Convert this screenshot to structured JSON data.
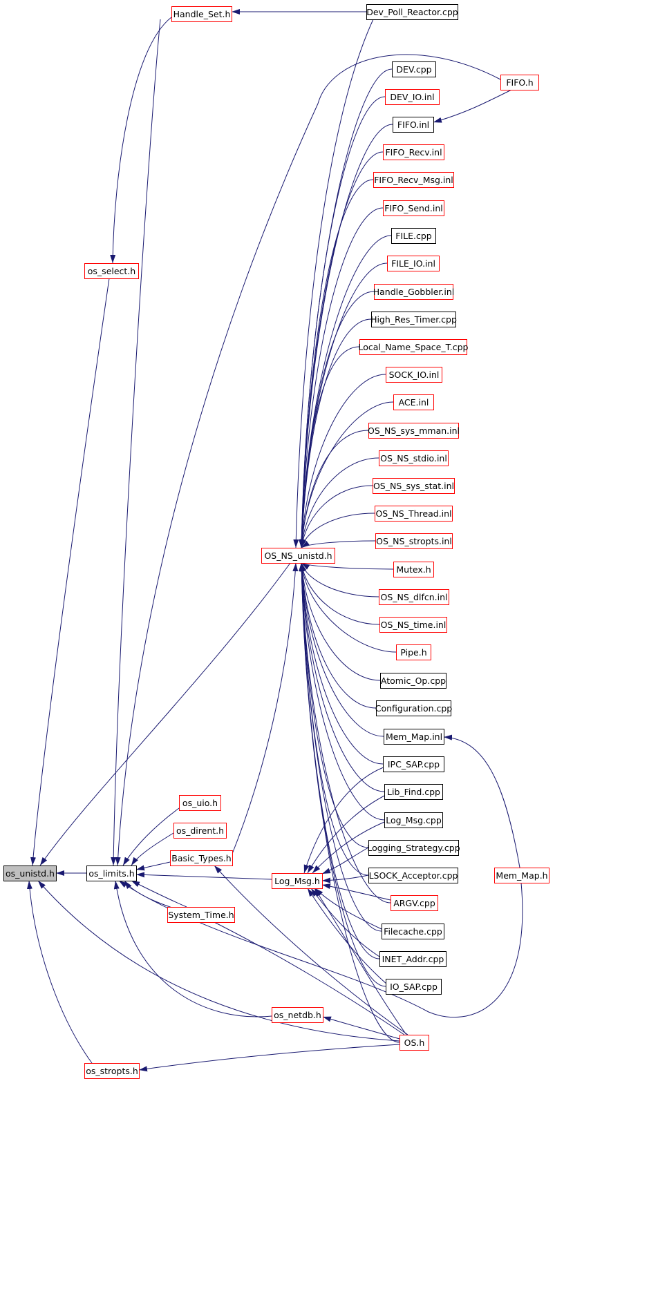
{
  "graph": {
    "colors": {
      "edge": "#191970",
      "box_red": "#ff0000",
      "box_black": "#000000",
      "root_fill": "#bfbfbf",
      "text": "#000000"
    },
    "nodes": [
      {
        "id": "os_unistd_h",
        "label": "os_unistd.h",
        "style": "root"
      },
      {
        "id": "os_limits_h",
        "label": "os_limits.h",
        "style": "black"
      },
      {
        "id": "handle_set_h",
        "label": "Handle_Set.h",
        "style": "red"
      },
      {
        "id": "dev_poll_reactor_cpp",
        "label": "Dev_Poll_Reactor.cpp",
        "style": "black"
      },
      {
        "id": "fifo_h",
        "label": "FIFO.h",
        "style": "red"
      },
      {
        "id": "dev_cpp",
        "label": "DEV.cpp",
        "style": "black"
      },
      {
        "id": "dev_io_inl",
        "label": "DEV_IO.inl",
        "style": "red"
      },
      {
        "id": "fifo_inl",
        "label": "FIFO.inl",
        "style": "black"
      },
      {
        "id": "fifo_recv_inl",
        "label": "FIFO_Recv.inl",
        "style": "red"
      },
      {
        "id": "fifo_recv_msg_inl",
        "label": "FIFO_Recv_Msg.inl",
        "style": "red"
      },
      {
        "id": "fifo_send_inl",
        "label": "FIFO_Send.inl",
        "style": "red"
      },
      {
        "id": "file_cpp",
        "label": "FILE.cpp",
        "style": "black"
      },
      {
        "id": "file_io_inl",
        "label": "FILE_IO.inl",
        "style": "red"
      },
      {
        "id": "handle_gobbler_inl",
        "label": "Handle_Gobbler.inl",
        "style": "red"
      },
      {
        "id": "high_res_timer_cpp",
        "label": "High_Res_Timer.cpp",
        "style": "black"
      },
      {
        "id": "local_name_space_t_cpp",
        "label": "Local_Name_Space_T.cpp",
        "style": "red"
      },
      {
        "id": "sock_io_inl",
        "label": "SOCK_IO.inl",
        "style": "red"
      },
      {
        "id": "ace_inl",
        "label": "ACE.inl",
        "style": "red"
      },
      {
        "id": "os_ns_sys_mman_inl",
        "label": "OS_NS_sys_mman.inl",
        "style": "red"
      },
      {
        "id": "os_ns_stdio_inl",
        "label": "OS_NS_stdio.inl",
        "style": "red"
      },
      {
        "id": "os_ns_sys_stat_inl",
        "label": "OS_NS_sys_stat.inl",
        "style": "red"
      },
      {
        "id": "os_ns_thread_inl",
        "label": "OS_NS_Thread.inl",
        "style": "red"
      },
      {
        "id": "os_ns_stropts_inl",
        "label": "OS_NS_stropts.inl",
        "style": "red"
      },
      {
        "id": "os_ns_unistd_h",
        "label": "OS_NS_unistd.h",
        "style": "red"
      },
      {
        "id": "mutex_h",
        "label": "Mutex.h",
        "style": "red"
      },
      {
        "id": "os_ns_dlfcn_inl",
        "label": "OS_NS_dlfcn.inl",
        "style": "red"
      },
      {
        "id": "os_ns_time_inl",
        "label": "OS_NS_time.inl",
        "style": "red"
      },
      {
        "id": "pipe_h",
        "label": "Pipe.h",
        "style": "red"
      },
      {
        "id": "atomic_op_cpp",
        "label": "Atomic_Op.cpp",
        "style": "black"
      },
      {
        "id": "configuration_cpp",
        "label": "Configuration.cpp",
        "style": "black"
      },
      {
        "id": "mem_map_inl",
        "label": "Mem_Map.inl",
        "style": "black"
      },
      {
        "id": "ipc_sap_cpp",
        "label": "IPC_SAP.cpp",
        "style": "black"
      },
      {
        "id": "lib_find_cpp",
        "label": "Lib_Find.cpp",
        "style": "black"
      },
      {
        "id": "log_msg_cpp",
        "label": "Log_Msg.cpp",
        "style": "black"
      },
      {
        "id": "logging_strategy_cpp",
        "label": "Logging_Strategy.cpp",
        "style": "black"
      },
      {
        "id": "lsock_acceptor_cpp",
        "label": "LSOCK_Acceptor.cpp",
        "style": "black"
      },
      {
        "id": "argv_cpp",
        "label": "ARGV.cpp",
        "style": "red"
      },
      {
        "id": "filecache_cpp",
        "label": "Filecache.cpp",
        "style": "black"
      },
      {
        "id": "inet_addr_cpp",
        "label": "INET_Addr.cpp",
        "style": "black"
      },
      {
        "id": "io_sap_cpp",
        "label": "IO_SAP.cpp",
        "style": "black"
      },
      {
        "id": "os_h",
        "label": "OS.h",
        "style": "red"
      },
      {
        "id": "mem_map_h",
        "label": "Mem_Map.h",
        "style": "red"
      },
      {
        "id": "os_select_h",
        "label": "os_select.h",
        "style": "red"
      },
      {
        "id": "os_uio_h",
        "label": "os_uio.h",
        "style": "red"
      },
      {
        "id": "os_dirent_h",
        "label": "os_dirent.h",
        "style": "red"
      },
      {
        "id": "basic_types_h",
        "label": "Basic_Types.h",
        "style": "red"
      },
      {
        "id": "log_msg_h",
        "label": "Log_Msg.h",
        "style": "red"
      },
      {
        "id": "system_time_h",
        "label": "System_Time.h",
        "style": "red"
      },
      {
        "id": "os_netdb_h",
        "label": "os_netdb.h",
        "style": "red"
      },
      {
        "id": "os_stropts_h",
        "label": "os_stropts.h",
        "style": "red"
      }
    ],
    "edges": [
      {
        "from": "os_limits_h",
        "to": "os_unistd_h"
      },
      {
        "from": "os_select_h",
        "to": "os_unistd_h"
      },
      {
        "from": "os_ns_unistd_h",
        "to": "os_unistd_h"
      },
      {
        "from": "os_stropts_h",
        "to": "os_unistd_h"
      },
      {
        "from": "os_h",
        "to": "os_unistd_h"
      },
      {
        "from": "handle_set_h",
        "to": "os_select_h"
      },
      {
        "from": "dev_poll_reactor_cpp",
        "to": "handle_set_h"
      },
      {
        "from": "handle_set_h",
        "to": "os_limits_h"
      },
      {
        "from": "fifo_h",
        "to": "os_limits_h"
      },
      {
        "from": "os_uio_h",
        "to": "os_limits_h"
      },
      {
        "from": "os_dirent_h",
        "to": "os_limits_h"
      },
      {
        "from": "basic_types_h",
        "to": "os_limits_h"
      },
      {
        "from": "log_msg_h",
        "to": "os_limits_h"
      },
      {
        "from": "system_time_h",
        "to": "os_limits_h"
      },
      {
        "from": "os_netdb_h",
        "to": "os_limits_h"
      },
      {
        "from": "os_h",
        "to": "os_limits_h"
      },
      {
        "from": "mem_map_h",
        "to": "os_limits_h"
      },
      {
        "from": "fifo_h",
        "to": "fifo_inl"
      },
      {
        "from": "mem_map_h",
        "to": "mem_map_inl"
      },
      {
        "from": "basic_types_h",
        "to": "os_ns_unistd_h"
      },
      {
        "from": "os_h",
        "to": "basic_types_h"
      },
      {
        "from": "os_h",
        "to": "os_netdb_h"
      },
      {
        "from": "os_h",
        "to": "os_stropts_h"
      },
      {
        "from": "dev_poll_reactor_cpp",
        "to": "os_ns_unistd_h"
      },
      {
        "from": "dev_cpp",
        "to": "os_ns_unistd_h"
      },
      {
        "from": "dev_io_inl",
        "to": "os_ns_unistd_h"
      },
      {
        "from": "fifo_inl",
        "to": "os_ns_unistd_h"
      },
      {
        "from": "fifo_recv_inl",
        "to": "os_ns_unistd_h"
      },
      {
        "from": "fifo_recv_msg_inl",
        "to": "os_ns_unistd_h"
      },
      {
        "from": "fifo_send_inl",
        "to": "os_ns_unistd_h"
      },
      {
        "from": "file_cpp",
        "to": "os_ns_unistd_h"
      },
      {
        "from": "file_io_inl",
        "to": "os_ns_unistd_h"
      },
      {
        "from": "handle_gobbler_inl",
        "to": "os_ns_unistd_h"
      },
      {
        "from": "high_res_timer_cpp",
        "to": "os_ns_unistd_h"
      },
      {
        "from": "local_name_space_t_cpp",
        "to": "os_ns_unistd_h"
      },
      {
        "from": "sock_io_inl",
        "to": "os_ns_unistd_h"
      },
      {
        "from": "ace_inl",
        "to": "os_ns_unistd_h"
      },
      {
        "from": "os_ns_sys_mman_inl",
        "to": "os_ns_unistd_h"
      },
      {
        "from": "os_ns_stdio_inl",
        "to": "os_ns_unistd_h"
      },
      {
        "from": "os_ns_sys_stat_inl",
        "to": "os_ns_unistd_h"
      },
      {
        "from": "os_ns_thread_inl",
        "to": "os_ns_unistd_h"
      },
      {
        "from": "os_ns_stropts_inl",
        "to": "os_ns_unistd_h"
      },
      {
        "from": "mutex_h",
        "to": "os_ns_unistd_h"
      },
      {
        "from": "os_ns_dlfcn_inl",
        "to": "os_ns_unistd_h"
      },
      {
        "from": "os_ns_time_inl",
        "to": "os_ns_unistd_h"
      },
      {
        "from": "pipe_h",
        "to": "os_ns_unistd_h"
      },
      {
        "from": "atomic_op_cpp",
        "to": "os_ns_unistd_h"
      },
      {
        "from": "configuration_cpp",
        "to": "os_ns_unistd_h"
      },
      {
        "from": "mem_map_inl",
        "to": "os_ns_unistd_h"
      },
      {
        "from": "ipc_sap_cpp",
        "to": "os_ns_unistd_h"
      },
      {
        "from": "lib_find_cpp",
        "to": "os_ns_unistd_h"
      },
      {
        "from": "log_msg_cpp",
        "to": "os_ns_unistd_h"
      },
      {
        "from": "logging_strategy_cpp",
        "to": "os_ns_unistd_h"
      },
      {
        "from": "lsock_acceptor_cpp",
        "to": "os_ns_unistd_h"
      },
      {
        "from": "argv_cpp",
        "to": "os_ns_unistd_h"
      },
      {
        "from": "filecache_cpp",
        "to": "os_ns_unistd_h"
      },
      {
        "from": "inet_addr_cpp",
        "to": "os_ns_unistd_h"
      },
      {
        "from": "io_sap_cpp",
        "to": "os_ns_unistd_h"
      },
      {
        "from": "os_h",
        "to": "os_ns_unistd_h"
      },
      {
        "from": "ipc_sap_cpp",
        "to": "log_msg_h"
      },
      {
        "from": "lib_find_cpp",
        "to": "log_msg_h"
      },
      {
        "from": "log_msg_cpp",
        "to": "log_msg_h"
      },
      {
        "from": "logging_strategy_cpp",
        "to": "log_msg_h"
      },
      {
        "from": "lsock_acceptor_cpp",
        "to": "log_msg_h"
      },
      {
        "from": "argv_cpp",
        "to": "log_msg_h"
      },
      {
        "from": "filecache_cpp",
        "to": "log_msg_h"
      },
      {
        "from": "inet_addr_cpp",
        "to": "log_msg_h"
      },
      {
        "from": "io_sap_cpp",
        "to": "log_msg_h"
      },
      {
        "from": "os_h",
        "to": "log_msg_h"
      }
    ]
  }
}
